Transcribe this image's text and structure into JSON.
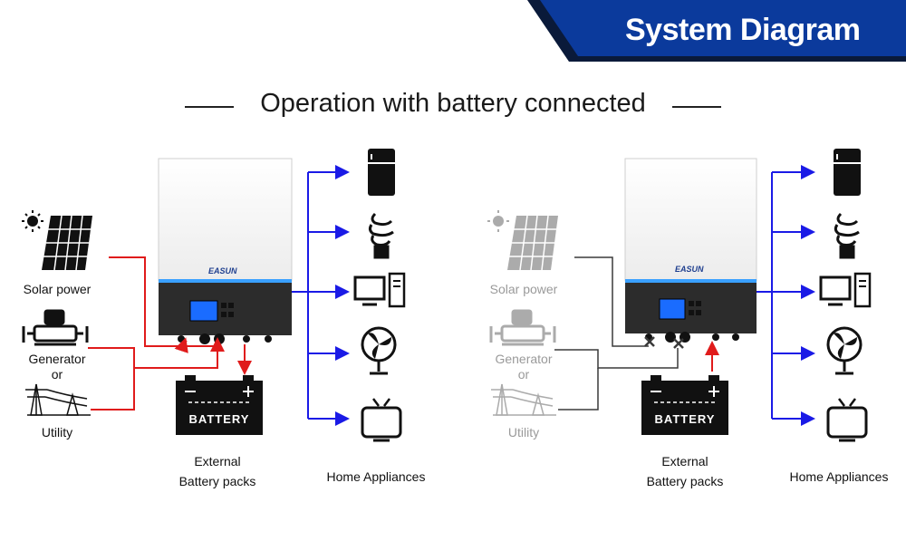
{
  "header": {
    "title": "System Diagram",
    "subtitle": "Operation with battery connected"
  },
  "colors": {
    "banner_blue": "#0b3a9c",
    "banner_dark": "#0a1a3a",
    "ac_line": "#e01b1b",
    "output_line": "#1a1ae6",
    "idle_line": "#3a3a3a",
    "faded": "#b8b8b8"
  },
  "left_panel": {
    "sources": [
      {
        "label": "Solar power",
        "icon": "solar-panel-icon"
      },
      {
        "label": "Generator\nor",
        "icon": "generator-icon"
      },
      {
        "label": "Utility",
        "icon": "utility-tower-icon"
      }
    ],
    "inverter_brand": "EASUN",
    "battery_text": "BATTERY",
    "battery_caption": "External\nBattery packs",
    "appliances_caption": "Home Appliances",
    "appliances": [
      "fridge-icon",
      "bulb-icon",
      "computer-icon",
      "fan-icon",
      "tv-icon"
    ]
  },
  "right_panel": {
    "sources": [
      {
        "label": "Solar power",
        "icon": "solar-panel-icon"
      },
      {
        "label": "Generator\nor",
        "icon": "generator-icon"
      },
      {
        "label": "Utility",
        "icon": "utility-tower-icon"
      }
    ],
    "inverter_brand": "EASUN",
    "battery_text": "BATTERY",
    "battery_caption": "External\nBattery packs",
    "appliances_caption": "Home Appliances",
    "appliances": [
      "fridge-icon",
      "bulb-icon",
      "computer-icon",
      "fan-icon",
      "tv-icon"
    ]
  }
}
